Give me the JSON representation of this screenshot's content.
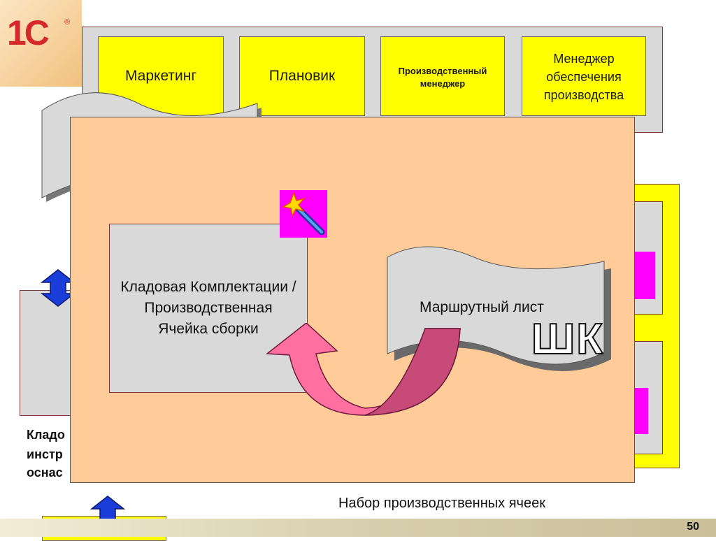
{
  "logo": {
    "text": "1С",
    "mark": "®"
  },
  "departments": [
    {
      "label": "Маркетинг"
    },
    {
      "label": "Плановик"
    },
    {
      "label": "Производственный менеджер"
    },
    {
      "label": "Менеджер обеспечения производства"
    }
  ],
  "main_cell": {
    "label": "Кладовая Комплектации / Производственная Ячейка сборки"
  },
  "route_sheet": {
    "label": "Маршрутный лист",
    "barcode_text": "ШК"
  },
  "left_warehouse": {
    "line1": "Кладо",
    "line2": "инстр",
    "line3": "оснас"
  },
  "caption": "Набор производственных ячеек",
  "page_number": "50",
  "colors": {
    "overlay": "#ffcc99",
    "yellow": "#ffff00",
    "grey": "#d9d9d9",
    "arrow": "#ff6f9f",
    "double_arrow": "#1a3cd8",
    "wand_bg": "#ff00ff"
  },
  "icons": [
    "magic-wand-icon",
    "double-arrow-icon",
    "curved-arrow-icon"
  ]
}
